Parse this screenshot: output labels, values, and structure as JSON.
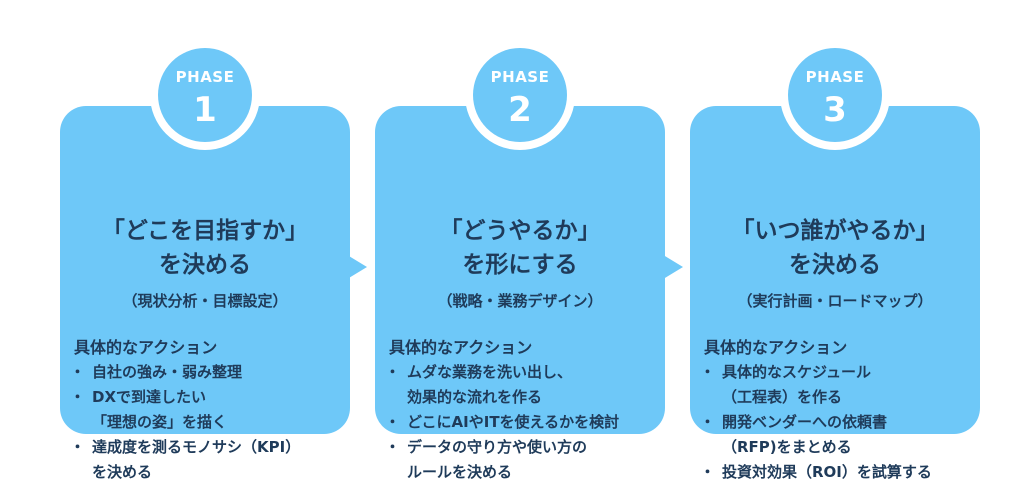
{
  "phases": [
    {
      "label": "PHASE",
      "number": "1",
      "title": "「どこを目指すか」\nを決める",
      "subtitle": "（現状分析・目標設定）",
      "actions_heading": "具体的なアクション",
      "items": [
        "自社の強み・弱み整理",
        "DXで到達したい\n「理想の姿」を描く",
        "達成度を測るモノサシ（KPI）\nを決める"
      ]
    },
    {
      "label": "PHASE",
      "number": "2",
      "title": "「どうやるか」\nを形にする",
      "subtitle": "（戦略・業務デザイン）",
      "actions_heading": "具体的なアクション",
      "items": [
        "ムダな業務を洗い出し、\n効果的な流れを作る",
        "どこにAIやITを使えるかを検討",
        "データの守り方や使い方の\nルールを決める"
      ]
    },
    {
      "label": "PHASE",
      "number": "3",
      "title": "「いつ誰がやるか」\nを決める",
      "subtitle": "（実行計画・ロードマップ）",
      "actions_heading": "具体的なアクション",
      "items": [
        "具体的なスケジュール\n（工程表）を作る",
        "開発ベンダーへの依頼書\n（RFP)をまとめる",
        "投資対効果（ROI）を試算する"
      ]
    }
  ],
  "colors": {
    "accent": "#6ec8f8",
    "text": "#1f3b5a",
    "badge_text": "#ffffff"
  }
}
